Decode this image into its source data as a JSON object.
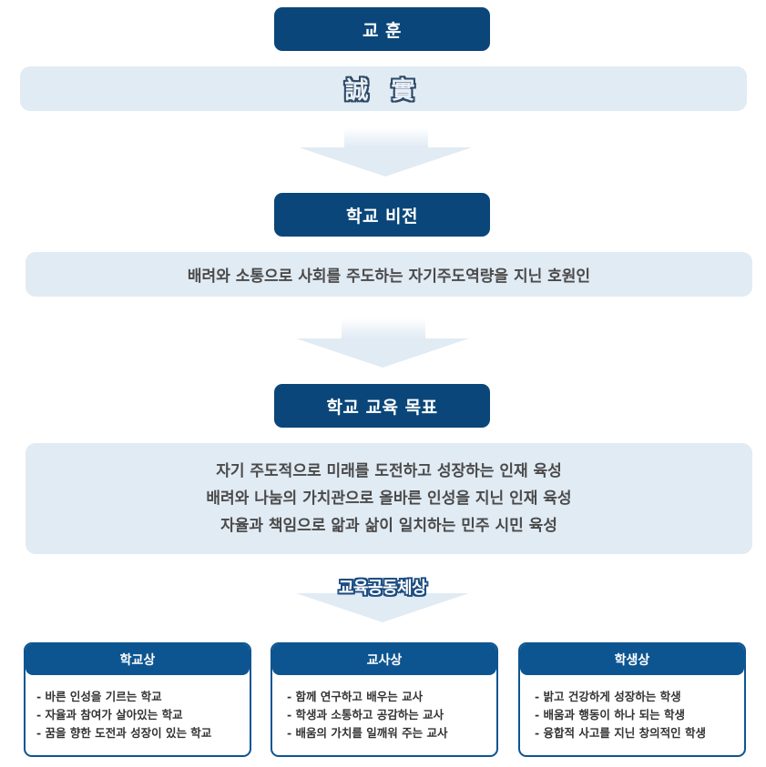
{
  "motto": {
    "title": "교 훈",
    "value": "誠 實"
  },
  "vision": {
    "title": "학교 비전",
    "text": "배려와 소통으로 사회를 주도하는 자기주도역량을 지닌 호원인"
  },
  "goals": {
    "title": "학교 교육 목표",
    "lines": [
      "자기 주도적으로 미래를 도전하고 성장하는 인재 육성",
      "배려와 나눔의 가치관으로 올바른 인성을 지닌 인재 육성",
      "자율과 책임으로 앎과 삶이 일치하는 민주 시민 육성"
    ]
  },
  "community": {
    "title": "교육공동체상",
    "cards": [
      {
        "title": "학교상",
        "items": [
          "- 바른 인성을 기르는 학교",
          "- 자율과 참여가 살아있는 학교",
          "- 꿈을 향한 도전과 성장이 있는 학교"
        ]
      },
      {
        "title": "교사상",
        "items": [
          "- 함께 연구하고 배우는 교사",
          "- 학생과 소통하고 공감하는 교사",
          "- 배움의 가치를 일깨워 주는 교사"
        ]
      },
      {
        "title": "학생상",
        "items": [
          "- 밝고 건강하게 성장하는 학생",
          "- 배움과 행동이 하나 되는 학생",
          "- 융합적 사고를 지닌 창의적인 학생"
        ]
      }
    ]
  },
  "colors": {
    "primary": "#0a4679",
    "card_border": "#0d5591",
    "panel_bg": "#e1ebf4",
    "text": "#4a4a4a"
  }
}
